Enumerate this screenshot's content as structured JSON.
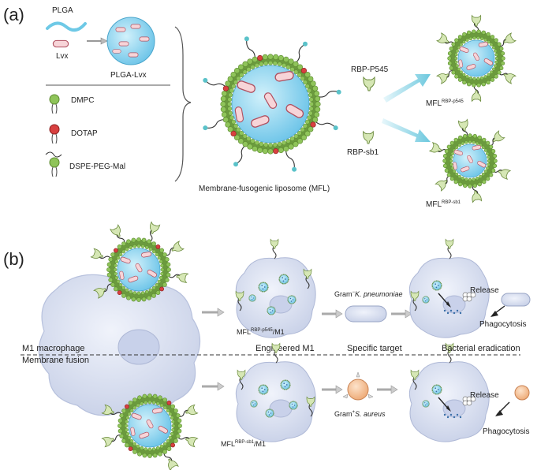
{
  "panel_a": {
    "label": "(a)",
    "plga": "PLGA",
    "lvx": "Lvx",
    "plga_lvx": "PLGA-Lvx",
    "legend": [
      "DMPC",
      "DOTAP",
      "DSPE-PEG-Mal"
    ],
    "mfl_caption": "Membrane-fusogenic liposome (MFL)",
    "rbp1": "RBP-P545",
    "rbp2": "RBP-sb1",
    "out1_base": "MFL",
    "out1_sup": "RBP-p545",
    "out2_base": "MFL",
    "out2_sup": "RBP-sb1"
  },
  "panel_b": {
    "label": "(b)",
    "m1": "M1 macrophage",
    "fusion": "Membrane fusion",
    "eng_top_base": "MFL",
    "eng_top_sup": "RBP-p545",
    "eng_top_suffix": "/M1",
    "eng_bot_base": "MFL",
    "eng_bot_sup": "RBP-sb1",
    "eng_bot_suffix": "/M1",
    "engineered": "Engineered M1",
    "specific": "Specific target",
    "eradication": "Bacterial eradication",
    "gram_neg_prefix": "Gram",
    "gram_neg_sign": "−",
    "gram_neg_species": "K. pneumoniae",
    "gram_pos_prefix": "Gram",
    "gram_pos_sign": "+",
    "gram_pos_species": "S. aureus",
    "release": "Release",
    "phagocytosis": "Phagocytosis"
  },
  "colors": {
    "core": "#8ed3ef",
    "bilayer": "#6b9a3e",
    "head_green": "#8fc45a",
    "head_red": "#d84040",
    "rbp": "#d6e7b5",
    "cell": "#d7def0",
    "staph": "#f4c49b",
    "arrow": "#8fd5e6"
  }
}
